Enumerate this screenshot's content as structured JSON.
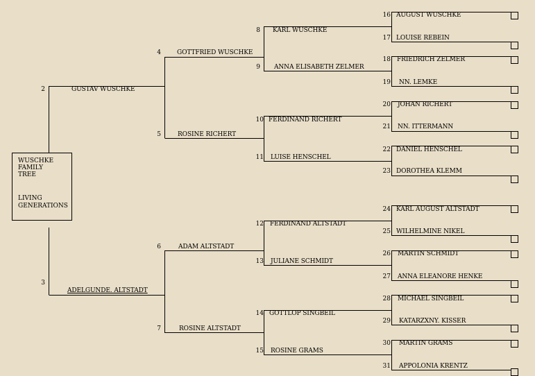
{
  "root": {
    "title_lines": [
      "WUSCHKE",
      "FAMILY",
      "TREE"
    ],
    "subtitle_lines": [
      "LIVING",
      "GENERATIONS"
    ]
  },
  "people": {
    "2": {
      "num": "2",
      "name": "GUSTAV WUSCHKE"
    },
    "3": {
      "num": "3",
      "name": "ADELGUNDE. ALTSTADT"
    },
    "4": {
      "num": "4",
      "name": "GOTTFRIED WUSCHKE"
    },
    "5": {
      "num": "5",
      "name": "ROSINE RICHERT"
    },
    "6": {
      "num": "6",
      "name": "ADAM ALTSTADT"
    },
    "7": {
      "num": "7",
      "name": "ROSINE ALTSTADT"
    },
    "8": {
      "num": "8",
      "name": "KARL WUSCHKE"
    },
    "9": {
      "num": "9",
      "name": "ANNA ELISABETH ZELMER"
    },
    "10": {
      "num": "10",
      "name": "FERDINAND RICHERT"
    },
    "11": {
      "num": "11",
      "name": "LUISE HENSCHEL"
    },
    "12": {
      "num": "12",
      "name": "FERDINAND ALTSTADT"
    },
    "13": {
      "num": "13",
      "name": "JULIANE SCHMIDT"
    },
    "14": {
      "num": "14",
      "name": "GOTTLOP SINGBEIL"
    },
    "15": {
      "num": "15",
      "name": "ROSINE GRAMS"
    },
    "16": {
      "num": "16",
      "name": "AUGUST WUSCHKE"
    },
    "17": {
      "num": "17",
      "name": "LOUISE REBEIN"
    },
    "18": {
      "num": "18",
      "name": "FRIEDRICH ZELMER"
    },
    "19": {
      "num": "19",
      "name": "NN. LEMKE"
    },
    "20": {
      "num": "20",
      "name": "JOHAN RICHERT"
    },
    "21": {
      "num": "21",
      "name": "NN. ITTERMANN"
    },
    "22": {
      "num": "22",
      "name": "DANIEL HENSCHEL"
    },
    "23": {
      "num": "23",
      "name": "DOROTHEA KLEMM"
    },
    "24": {
      "num": "24",
      "name": "KARL AUGUST ALTSTADT"
    },
    "25": {
      "num": "25",
      "name": "WILHELMINE NIKEL"
    },
    "26": {
      "num": "26",
      "name": "MARTIN SCHMIDT"
    },
    "27": {
      "num": "27",
      "name": "ANNA ELEANORE HENKE"
    },
    "28": {
      "num": "28",
      "name": "MICHAEL SINGBEIL"
    },
    "29": {
      "num": "29",
      "name": "KATARZXNY. KISSER"
    },
    "30": {
      "num": "30",
      "name": "MARTIN GRAMS"
    },
    "31": {
      "num": "31",
      "name": "APPOLONIA KRENTZ"
    }
  }
}
